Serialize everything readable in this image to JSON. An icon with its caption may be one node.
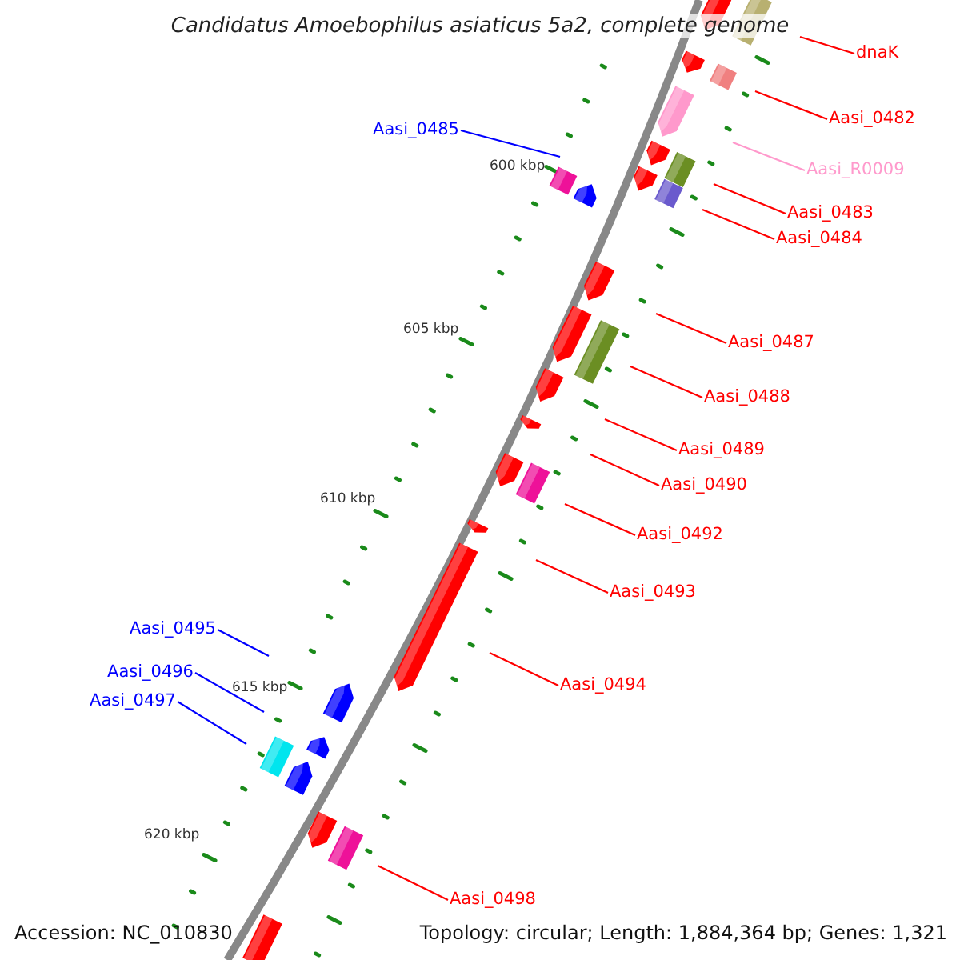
{
  "diagram": {
    "title": "Candidatus Amoebophilus asiaticus 5a2, complete genome",
    "nodes": [
      {
        "text": [
          "dnaK"
        ]
      },
      {
        "text": [
          "Aasi_0482"
        ]
      },
      {
        "text": [
          "Aasi_R0009"
        ]
      },
      {
        "text": [
          "Aasi_0483"
        ]
      },
      {
        "text": [
          "Aasi_0484"
        ]
      },
      {
        "text": [
          "Aasi_0485"
        ]
      },
      {
        "text": [
          "Aasi_0487"
        ]
      },
      {
        "text": [
          "Aasi_0488"
        ]
      },
      {
        "text": [
          "Aasi_0489"
        ]
      },
      {
        "text": [
          "Aasi_0490"
        ]
      },
      {
        "text": [
          "Aasi_0492"
        ]
      },
      {
        "text": [
          "Aasi_0493"
        ]
      },
      {
        "text": [
          "Aasi_0495"
        ]
      },
      {
        "text": [
          "Aasi_0494"
        ]
      },
      {
        "text": [
          "Aasi_0496"
        ]
      },
      {
        "text": [
          "Aasi_0497"
        ]
      },
      {
        "text": [
          "Aasi_0498"
        ]
      }
    ],
    "edges": [
      {
        "from": 0,
        "to": null,
        "arrow": "none"
      },
      {
        "from": 1,
        "to": null,
        "arrow": "none"
      },
      {
        "from": 2,
        "to": null,
        "arrow": "none",
        "color": "#ff99cc"
      },
      {
        "from": 3,
        "to": null,
        "arrow": "none"
      },
      {
        "from": 4,
        "to": null,
        "arrow": "none"
      },
      {
        "from": 5,
        "to": null,
        "arrow": "none",
        "color": "#0000ff"
      },
      {
        "from": 6,
        "to": null,
        "arrow": "none"
      },
      {
        "from": 7,
        "to": null,
        "arrow": "none"
      },
      {
        "from": 8,
        "to": null,
        "arrow": "none"
      },
      {
        "from": 9,
        "to": null,
        "arrow": "none"
      },
      {
        "from": 10,
        "to": null,
        "arrow": "none"
      },
      {
        "from": 11,
        "to": null,
        "arrow": "none"
      },
      {
        "from": 12,
        "to": null,
        "arrow": "none",
        "color": "#0000ff"
      },
      {
        "from": 13,
        "to": null,
        "arrow": "none"
      },
      {
        "from": 14,
        "to": null,
        "arrow": "none",
        "color": "#0000ff"
      },
      {
        "from": 15,
        "to": null,
        "arrow": "none",
        "color": "#0000ff"
      },
      {
        "from": 16,
        "to": null,
        "arrow": "none"
      }
    ],
    "labels": [
      "600 kbp",
      "605 kbp",
      "610 kbp",
      "615 kbp",
      "620 kbp",
      "Accession: NC_010830",
      "Topology: circular; Length: 1,884,364 bp; Genes: 1,321"
    ]
  }
}
